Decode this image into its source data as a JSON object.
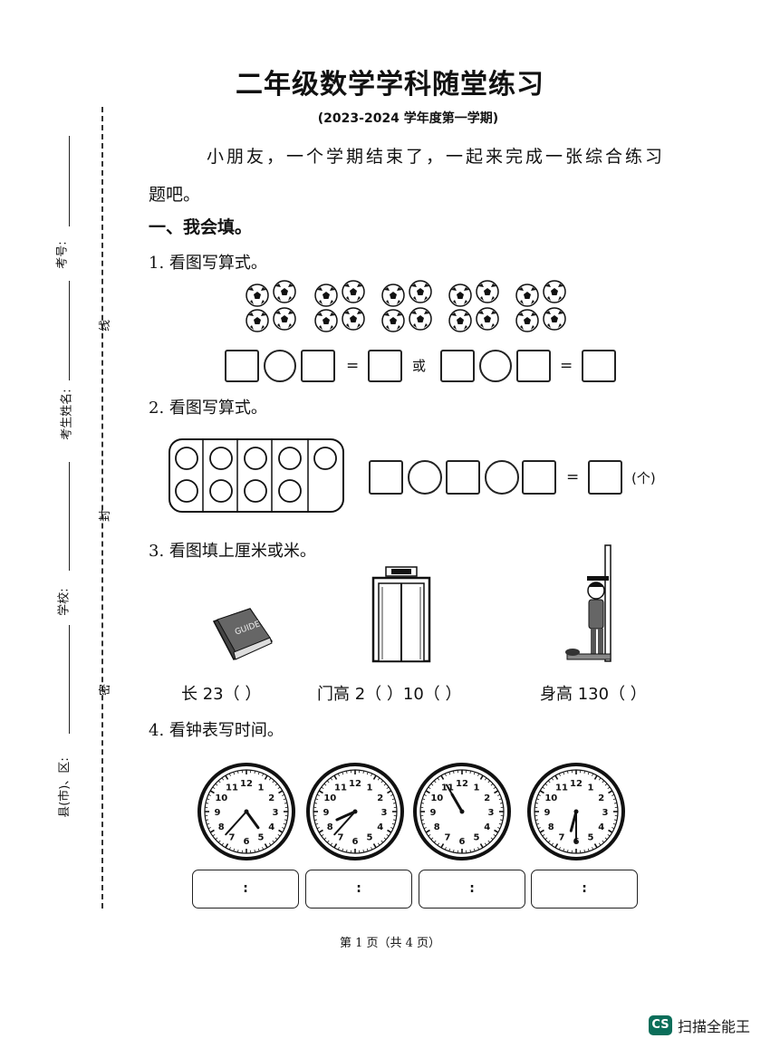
{
  "header": {
    "title": "二年级数学学科随堂练习",
    "subtitle": "(2023-2024 学年度第一学期)"
  },
  "intro": {
    "line1": "小朋友，一个学期结束了，一起来完成一张综合练习",
    "line2": "题吧。"
  },
  "section1": {
    "label": "一、我会填。"
  },
  "q1": {
    "label": "1. 看图写算式。",
    "equals1": "=",
    "or": "或",
    "equals2": "="
  },
  "q2": {
    "label": "2. 看图写算式。",
    "equals": "=",
    "unit": "(个)"
  },
  "q3": {
    "label": "3. 看图填上厘米或米。",
    "fill1": "长 23（    ）",
    "fill2": "门高 2（    ）10（    ）",
    "fill3": "身高 130（    ）",
    "book_cover_text": "GUIDE"
  },
  "q4": {
    "label": "4. 看钟表写时间。",
    "clocks": [
      {
        "answer": ":",
        "hour": 4.8,
        "minute": 37
      },
      {
        "answer": ":",
        "hour": 8.2,
        "minute": 37
      },
      {
        "answer": ":",
        "hour": 11,
        "minute": 55
      },
      {
        "answer": ":",
        "hour": 6.5,
        "minute": 30
      }
    ],
    "numbers": [
      "12",
      "1",
      "2",
      "3",
      "4",
      "5",
      "6",
      "7",
      "8",
      "9",
      "10",
      "11"
    ]
  },
  "side_margin": {
    "exam_no": "考号:",
    "name": "考生姓名:",
    "school": "学校:",
    "county": "县(市)、区:",
    "seal1": "线",
    "seal2": "封",
    "seal3": "密"
  },
  "footer": {
    "page": "第 1 页（共 4 页）"
  },
  "watermark": {
    "badge": "CS",
    "text": "扫描全能王"
  },
  "colors": {
    "ink": "#111111",
    "brand": "#0b6e5a"
  }
}
